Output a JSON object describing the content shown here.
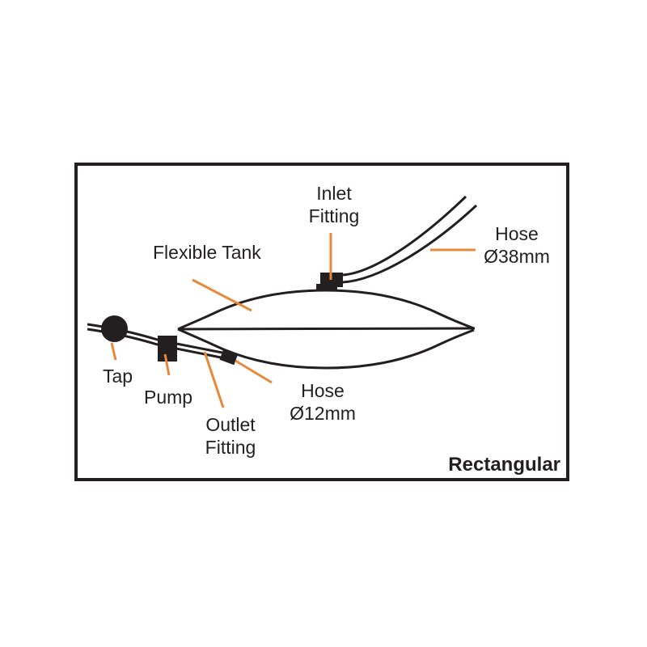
{
  "colors": {
    "ink": "#231f20",
    "leader": "#e8893a",
    "background": "#ffffff"
  },
  "labels": {
    "inlet_fitting": {
      "line1": "Inlet",
      "line2": "Fitting"
    },
    "hose_large": {
      "line1": "Hose",
      "line2": "Ø38mm"
    },
    "flexible_tank": {
      "text": "Flexible Tank"
    },
    "tap": {
      "text": "Tap"
    },
    "pump": {
      "text": "Pump"
    },
    "outlet_fitting": {
      "line1": "Outlet",
      "line2": "Fitting"
    },
    "hose_small": {
      "line1": "Hose",
      "line2": "Ø12mm"
    },
    "variant": {
      "text": "Rectangular"
    }
  }
}
